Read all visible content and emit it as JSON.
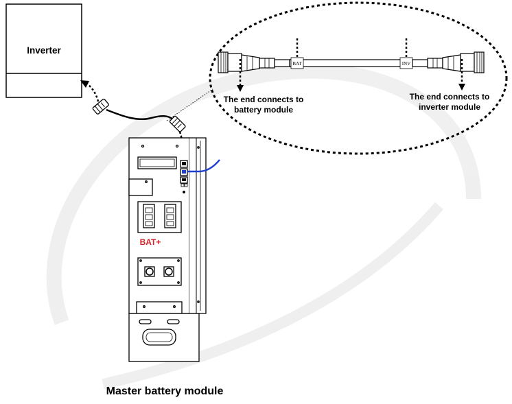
{
  "inverter": {
    "label": "Inverter"
  },
  "cable": {
    "bat_tag": "BAT",
    "inv_tag": "INV",
    "battery_end_note_line1": "The end connects to",
    "battery_end_note_line2": "battery module",
    "inverter_end_note_line1": "The end connects  to",
    "inverter_end_note_line2": "inverter module"
  },
  "battery_module": {
    "terminal_label": "BAT+",
    "caption": "Master battery module"
  },
  "colors": {
    "terminal_label": "#d4232b",
    "highlight_cable": "#1e3fd0",
    "line": "#000000",
    "watermark": "#ededed"
  }
}
